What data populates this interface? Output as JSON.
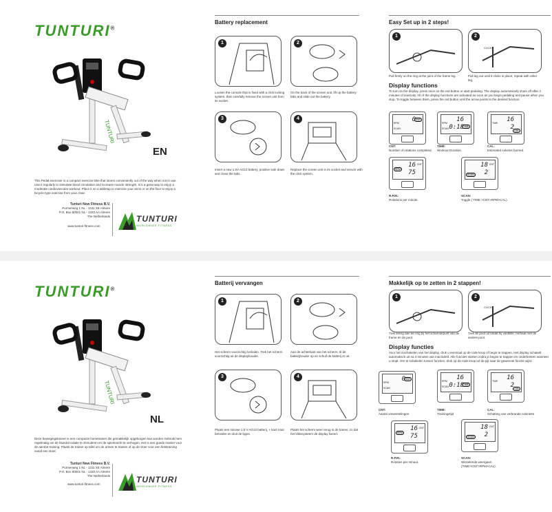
{
  "brand": "TUNTURI",
  "brand_reg": "®",
  "worldwide": "WORLDWIDE FITNESS",
  "en": {
    "lang": "EN",
    "intro": "This Pedal exerciser is a compact exercise bike that stores conveniently out of the way when not in use. Use it regularly to stimulate blood circulation and increase muscle strength. It is a great way to enjoy a moderate cardiovascular workout. Place it on a tabletop to exercise your arms or on the floor to enjoy a bicycle-type exercise from your chair.",
    "address": [
      "Tunturi New Fitness B.V.",
      "Purmerweg 1 NL - 1311 XE Almere",
      "P.O. Box 60001 NL - 1320 AA Almere",
      "The Netherlands"
    ],
    "web": "www.tunturi-fitness.com",
    "battery_title": "Battery replacement",
    "steps": [
      {
        "num": "1",
        "caption": "Loosen the console that is fixed with a click locking system, then carefully remove the screen unit from its socket."
      },
      {
        "num": "2",
        "caption": "On the back of the screen unit, lift up the battery tabs and slide out the battery."
      },
      {
        "num": "3",
        "caption": "Insert a new 1.5V AG13 battery, positive side down and close the tabs."
      },
      {
        "num": "4",
        "caption": "Replace the screen unit in its socket and secure with the click system."
      }
    ],
    "setup_title": "Easy Set up in 2 steps!",
    "setup_steps": [
      {
        "num": "1",
        "caption": "Pull firmly on the ring at the joint of the frame leg."
      },
      {
        "num": "2",
        "caption": "Pull leg out until it clicks in place; repeat with other leg."
      }
    ],
    "click": "CLICK!",
    "display_title": "Display functions",
    "display_text": "To turn on the display, press once on the red button or start pedaling. The display automatically shuts off after 4 minutes of inactivity. All of the display functions are activated as soon as you begin pedaling and pause when you stop. To toggle between them, press the red button until the arrow points to the desired function.",
    "functions": [
      {
        "name": "CNT:",
        "desc": "Number of rotations completed."
      },
      {
        "name": "TIME:",
        "desc": "Workout Duration."
      },
      {
        "name": "CAL:",
        "desc": "Estimated calories burned."
      },
      {
        "name": "R.P.M.:",
        "desc": "Rotations per minute."
      },
      {
        "name": "SCAN:",
        "desc": "Toggle ( TIME >CNT>RPM>CAL)."
      }
    ]
  },
  "nl": {
    "lang": "NL",
    "intro": "Deze bewegingstrainer is een compacte hometrainer die gemakkelijk opgeborgen kan worden Gebruik hem regelmatig om de bloedcirculatie te stimuleren en de spierkracht te verhogen. Het is een goede manier voor de aerobe training. Plaats de trainer op tafel om de armen te trainen of op de vloer voor een fietstraining vanaf een stoel.",
    "address": [
      "Tunturi New Fitness B.V.",
      "Purmerweg 1 NL - 1311 XE Almere",
      "P.O. Box 60001 NL - 1320 AA Almere",
      "The Netherlands"
    ],
    "web": "www.tunturi-fitness.com",
    "battery_title": "Batterij vervangen",
    "steps": [
      {
        "num": "1",
        "caption": "Het scherm voorzichtig loshalen. Trek het scherm voorzichtig uit de displayhouder."
      },
      {
        "num": "2",
        "caption": "Aan de achterkant van het scherm, til de batterijhouder op en schuif de batterij er uit."
      },
      {
        "num": "3",
        "caption": "Plaats een nieuwe 1,5 V AG13 batterij, + kant naar beneden en sluit de lipjes."
      },
      {
        "num": "4",
        "caption": "Plaats het scherm weer terug in de trainer, zo dat het klikssysteem de display fixeert."
      }
    ],
    "setup_title": "Makkelijk op te zetten in 2 stappen!",
    "setup_steps": [
      {
        "num": "1",
        "caption": "Trek stevig aan de ring bij het scharnierpunt van de frame en de poot."
      },
      {
        "num": "2",
        "caption": "Trek de poot uit totdat hij vastklikt; herhaal met de andere poot."
      }
    ],
    "click": "CLICK!",
    "display_title": "Display functies",
    "display_text": "Voor het inschakelen van het display, druk u eenmaal op de rode knop of begin te trappen. Het display schakelt automatisch uit na 4 minuten van inactiviteit. Alle functies starten zodra je begint te trappen en onderbreken wanneer u stopt. Om te schakelen tussen functies, druk op de rode knop tot de pijl naar de gewenste functie wijst.",
    "functions": [
      {
        "name": "CNT:",
        "desc": "Aantal omwentelingen"
      },
      {
        "name": "TIME:",
        "desc": "Trainingstijd"
      },
      {
        "name": "CAL:",
        "desc": "Schatting van verbrande calorieën"
      },
      {
        "name": "R.P.M.:",
        "desc": "Rotaties per minuut."
      },
      {
        "name": "SCAN:",
        "desc": "Wisselende weergave: (TIME>CNT>RPM>CAL)."
      }
    ]
  },
  "lcd_labels": {
    "cnt": "CNT",
    "time": "TIME",
    "cal": "CAL",
    "rpm": "RPM",
    "scan": "SCAN"
  },
  "lcd_values": {
    "cnt": [
      "0",
      "\""
    ],
    "time": [
      "16",
      "0:18"
    ],
    "cal": [
      "16",
      "2"
    ],
    "rpm": [
      "16",
      "75"
    ],
    "scan": [
      "18",
      "2"
    ]
  }
}
